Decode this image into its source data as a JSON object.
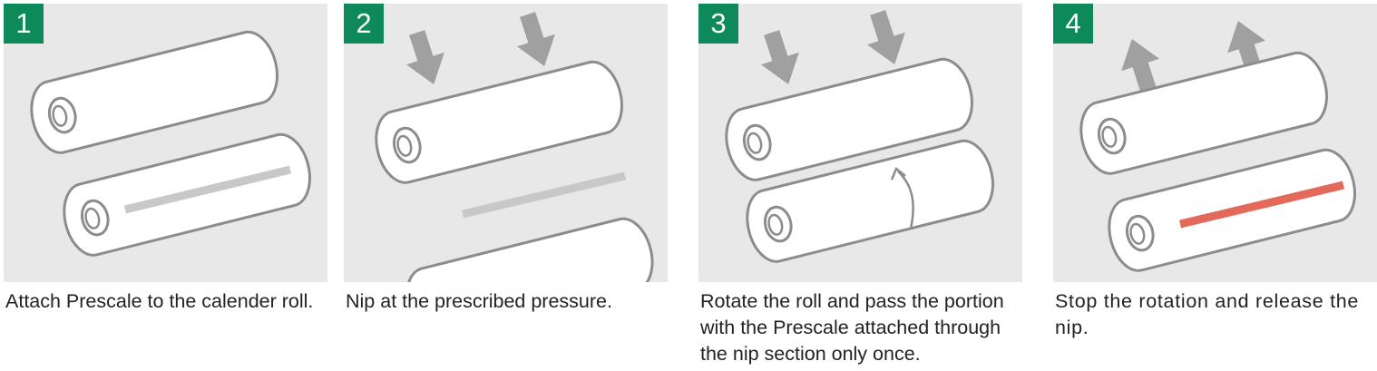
{
  "colors": {
    "badge": "#0e8a5a",
    "panel_bg": "#e8e8e8",
    "roll_outline": "#8c8c8c",
    "arrow": "#a0a0a0",
    "prescale_before": "#c8c8c8",
    "prescale_after": "#e36a5a"
  },
  "steps": [
    {
      "number": "1",
      "caption": "Attach Prescale to the calender roll."
    },
    {
      "number": "2",
      "caption": "Nip at the prescribed pressure."
    },
    {
      "number": "3",
      "caption": "Rotate the roll and pass the portion with the Prescale attached through the nip section only once."
    },
    {
      "number": "4",
      "caption": "Stop the rotation and release the nip."
    }
  ]
}
